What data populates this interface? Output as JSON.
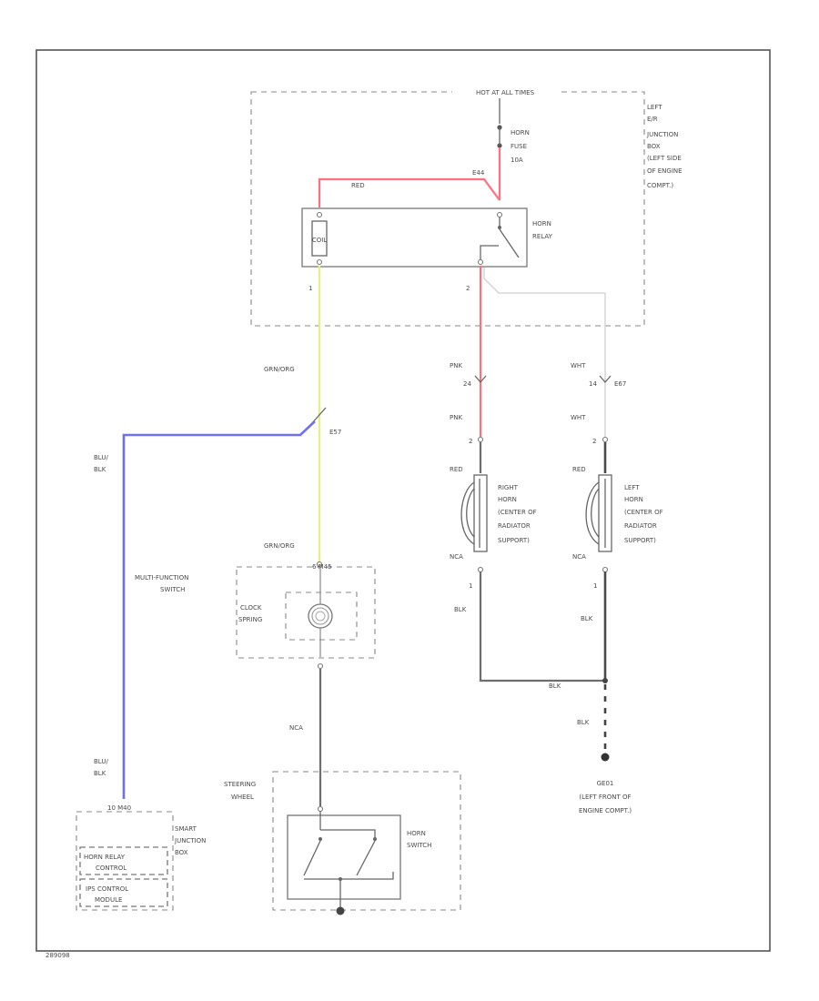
{
  "colors": {
    "red": "#ff6f7f",
    "yellow_green": "#e6f08a",
    "blue": "#6f6ff2",
    "gray": "#6e6e6e",
    "white_wire": "#cfcfcf"
  },
  "hot_label": "HOT AT ALL TIMES",
  "junction_box": {
    "lines": [
      "LEFT",
      "E/R",
      "JUNCTION",
      "BOX",
      "(LEFT SIDE",
      "OF ENGINE",
      "COMPT.)"
    ]
  },
  "fuse": {
    "lines": [
      "HORN",
      "FUSE",
      "10A"
    ]
  },
  "relay": {
    "lines": [
      "HORN",
      "RELAY"
    ],
    "pin_1": "1",
    "pin_2": "2",
    "coil_label": "COIL"
  },
  "wires": {
    "red_top": "RED",
    "e44": "E44",
    "grn_org_upper": "GRN/ORG",
    "grn_org_lower": "GRN/ORG",
    "blu_blk_upper": [
      "BLU/",
      "BLK"
    ],
    "blu_blk_lower": [
      "BLU/",
      "BLK"
    ],
    "pnk_upper": "PNK",
    "pnk_lower": "PNK",
    "wht_upper": "WHT",
    "wht_lower": "WHT",
    "e67": "E67",
    "red_right_horn": "RED",
    "red_left_horn": "RED",
    "nca_right": "NCA",
    "nca_left": "NCA",
    "blk_right": "BLK",
    "blk_left": "BLK",
    "blk_ground_join": "BLK",
    "blk_ground": "BLK",
    "nca_clock": "NCA"
  },
  "connectors": {
    "c24": "24",
    "c14": "14",
    "e57": "E57",
    "c2_right": "2",
    "c2_left": "2",
    "c1_right": "1",
    "c1_left": "1",
    "m_label": "6  M45"
  },
  "right_horn": {
    "lines": [
      "RIGHT",
      "HORN",
      "(CENTER OF",
      "RADIATOR",
      "SUPPORT)"
    ]
  },
  "left_horn": {
    "lines": [
      "LEFT",
      "HORN",
      "(CENTER OF",
      "RADIATOR",
      "SUPPORT)"
    ]
  },
  "multifunction": {
    "title": [
      "MULTI-FUNCTION",
      "SWITCH"
    ],
    "clock": [
      "CLOCK",
      "SPRING"
    ]
  },
  "steering_wheel": [
    "STEERING",
    "WHEEL"
  ],
  "horn_switch": [
    "HORN",
    "SWITCH"
  ],
  "smart_junction": {
    "connector": "10  M40",
    "lines": [
      "SMART",
      "JUNCTION",
      "BOX"
    ],
    "relay_control": [
      "HORN RELAY",
      "CONTROL"
    ],
    "ips": [
      "IPS CONTROL",
      "MODULE"
    ]
  },
  "ground": {
    "lines": [
      "GE01",
      "(LEFT FRONT OF",
      "ENGINE COMPT.)"
    ]
  },
  "footer_code": "289098"
}
